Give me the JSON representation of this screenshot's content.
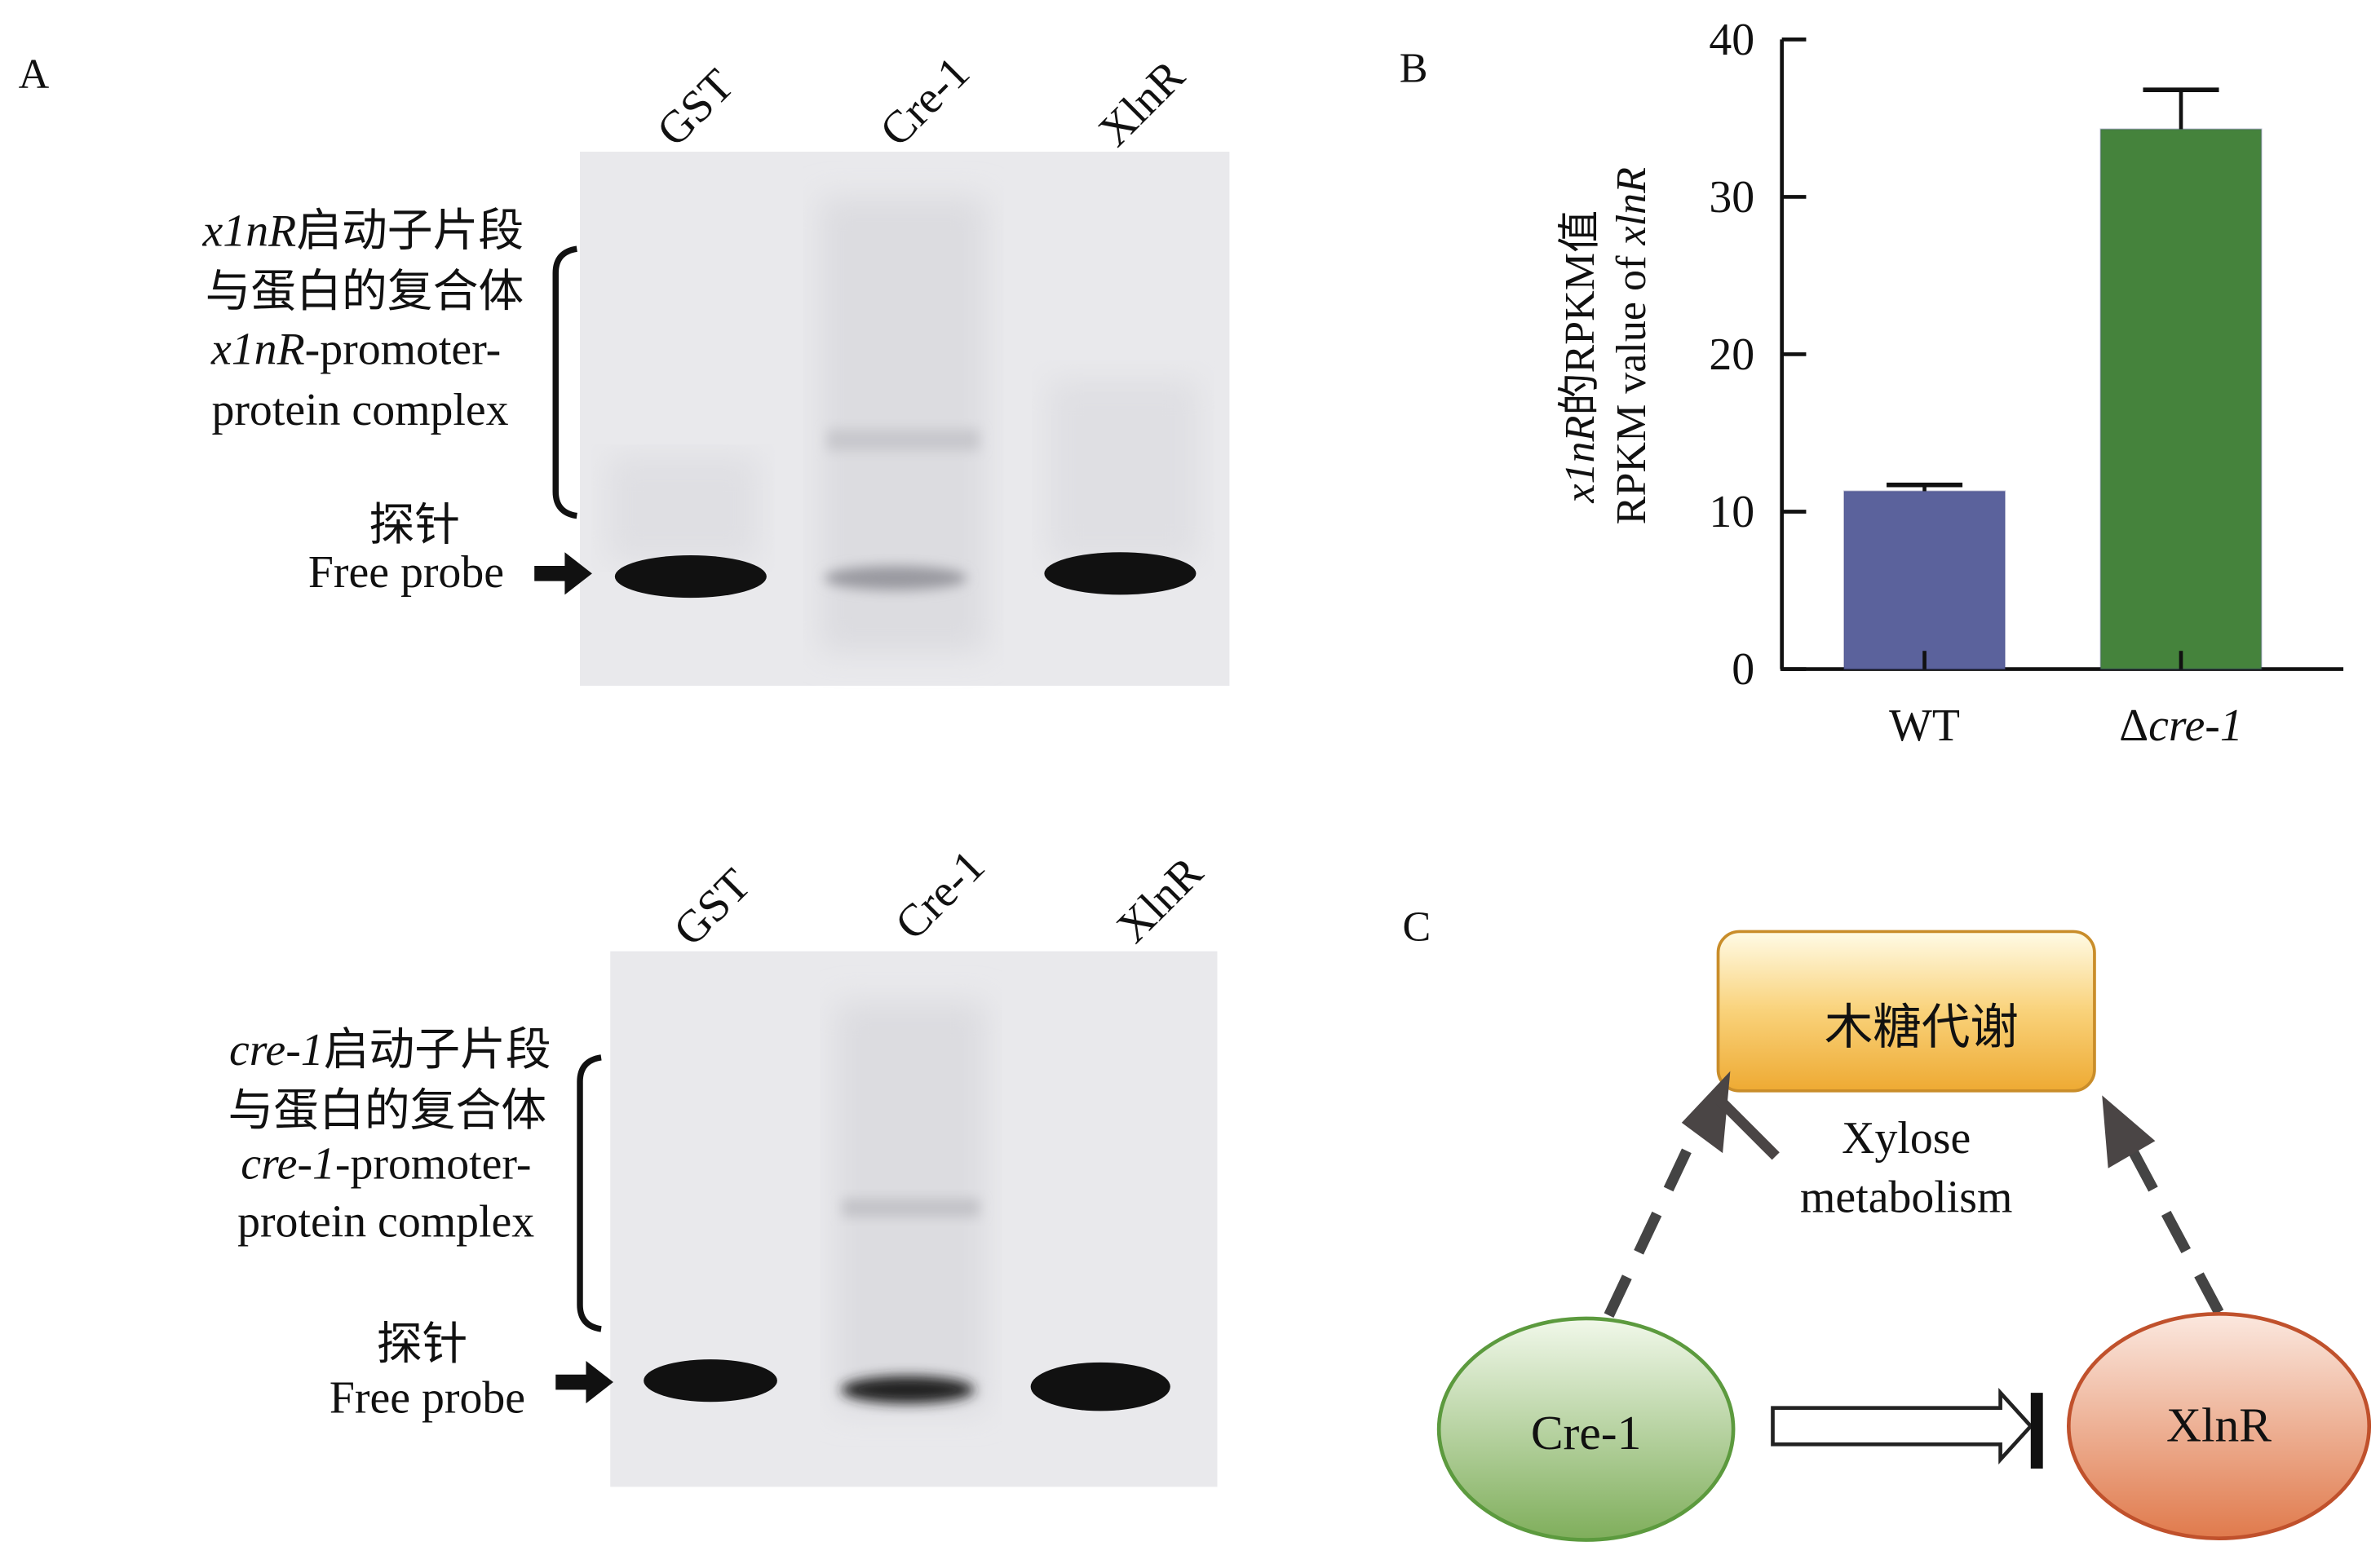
{
  "panels": {
    "a": "A",
    "b": "B",
    "c": "C"
  },
  "gel_top": {
    "lanes": [
      "GST",
      "Cre-1",
      "XlnR"
    ],
    "complex_label_cn_italic": "x1nR",
    "complex_label_cn_rest": "启动子片段",
    "complex_label_cn_line2": "与蛋白的复合体",
    "complex_label_en_italic": "x1nR",
    "complex_label_en_rest": "-promoter-",
    "complex_label_en_line2": "protein complex",
    "probe_cn": "探针",
    "probe_en": "Free probe"
  },
  "gel_bottom": {
    "lanes": [
      "GST",
      "Cre-1",
      "XlnR"
    ],
    "complex_label_cn_italic": "cre-1",
    "complex_label_cn_rest": "启动子片段",
    "complex_label_cn_line2": "与蛋白的复合体",
    "complex_label_en_italic": "cre-1",
    "complex_label_en_rest": "-promoter-",
    "complex_label_en_line2": "protein complex",
    "probe_cn": "探针",
    "probe_en": "Free probe"
  },
  "chart_data": {
    "type": "bar",
    "categories": [
      "WT",
      "Δcre-1"
    ],
    "values": [
      11.3,
      34.3
    ],
    "error_upper": [
      11.7,
      36.8
    ],
    "colors": [
      "#5b629c",
      "#45833c"
    ],
    "ylabel_line1_italic": "x1nR",
    "ylabel_line1_rest": "的RPKM值",
    "ylabel_line2_rest": "RPKM value of ",
    "ylabel_line2_italic": "xlnR",
    "ylim": [
      0,
      40
    ],
    "yticks": [
      "0",
      "10",
      "20",
      "30",
      "40"
    ],
    "grid": false
  },
  "diagram": {
    "box_cn": "木糖代谢",
    "box_en_line1": "Xylose",
    "box_en_line2": "metabolism",
    "node_left": "Cre-1",
    "node_right": "XlnR"
  }
}
